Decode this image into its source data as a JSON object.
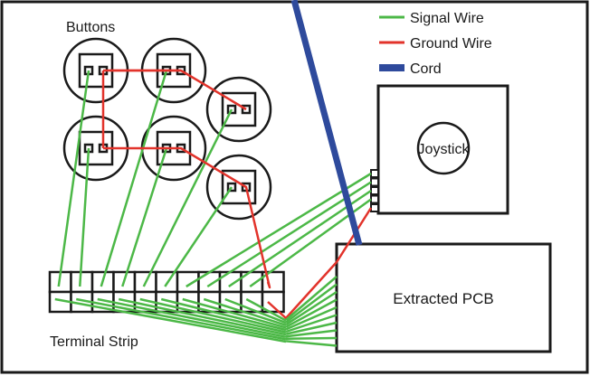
{
  "title": "Buttons",
  "legend": {
    "items": [
      {
        "label": "Signal Wire",
        "color": "#4cb847",
        "kind": "line"
      },
      {
        "label": "Ground Wire",
        "color": "#e2332b",
        "kind": "line"
      },
      {
        "label": "Cord",
        "color": "#2e4a9c",
        "kind": "bar"
      }
    ]
  },
  "components": {
    "joystick_label": "Joystick",
    "pcb_label": "Extracted PCB",
    "terminal_strip_label": "Terminal Strip"
  },
  "buttons_count": 6,
  "terminal_strip": {
    "columns": 11,
    "rows": 2
  },
  "joystick_pins": 5,
  "colors": {
    "signal": "#4cb847",
    "ground": "#e2332b",
    "cord": "#2e4a9c",
    "outline": "#1a1a1a"
  }
}
